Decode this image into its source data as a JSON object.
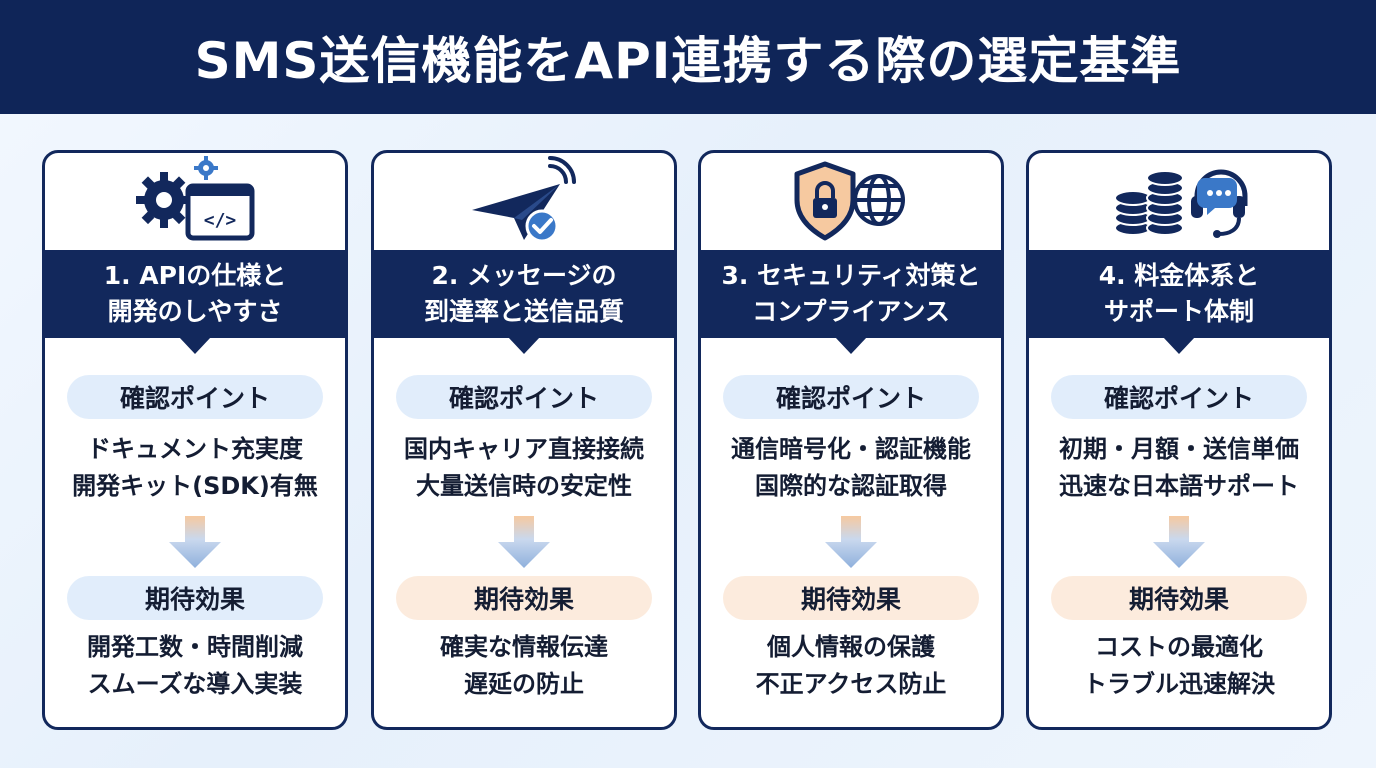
{
  "title": "SMS送信機能をAPI連携する際の選定基準",
  "colors": {
    "navy": "#12285c",
    "pill_blue": "#e1edfb",
    "pill_peach": "#fcebdd",
    "accent_orange": "#f0a35a",
    "accent_blue": "#3a78c8"
  },
  "cards": [
    {
      "icon": "gear-code-window-icon",
      "heading": [
        "1. APIの仕様と",
        "開発のしやすさ"
      ],
      "check_label": "確認ポイント",
      "check_items": [
        "ドキュメント充実度",
        "開発キット(SDK)有無"
      ],
      "effect_label": "期待効果",
      "effect_items": [
        "開発工数・時間削減",
        "スムーズな導入実装"
      ]
    },
    {
      "icon": "paper-plane-check-icon",
      "heading": [
        "2. メッセージの",
        "到達率と送信品質"
      ],
      "check_label": "確認ポイント",
      "check_items": [
        "国内キャリア直接接続",
        "大量送信時の安定性"
      ],
      "effect_label": "期待効果",
      "effect_items": [
        "確実な情報伝達",
        "遅延の防止"
      ]
    },
    {
      "icon": "shield-lock-globe-icon",
      "heading": [
        "3. セキュリティ対策と",
        "コンプライアンス"
      ],
      "check_label": "確認ポイント",
      "check_items": [
        "通信暗号化・認証機能",
        "国際的な認証取得"
      ],
      "effect_label": "期待効果",
      "effect_items": [
        "個人情報の保護",
        "不正アクセス防止"
      ]
    },
    {
      "icon": "coins-headset-icon",
      "heading": [
        "4. 料金体系と",
        "サポート体制"
      ],
      "check_label": "確認ポイント",
      "check_items": [
        "初期・月額・送信単価",
        "迅速な日本語サポート"
      ],
      "effect_label": "期待効果",
      "effect_items": [
        "コストの最適化",
        "トラブル迅速解決"
      ]
    }
  ]
}
